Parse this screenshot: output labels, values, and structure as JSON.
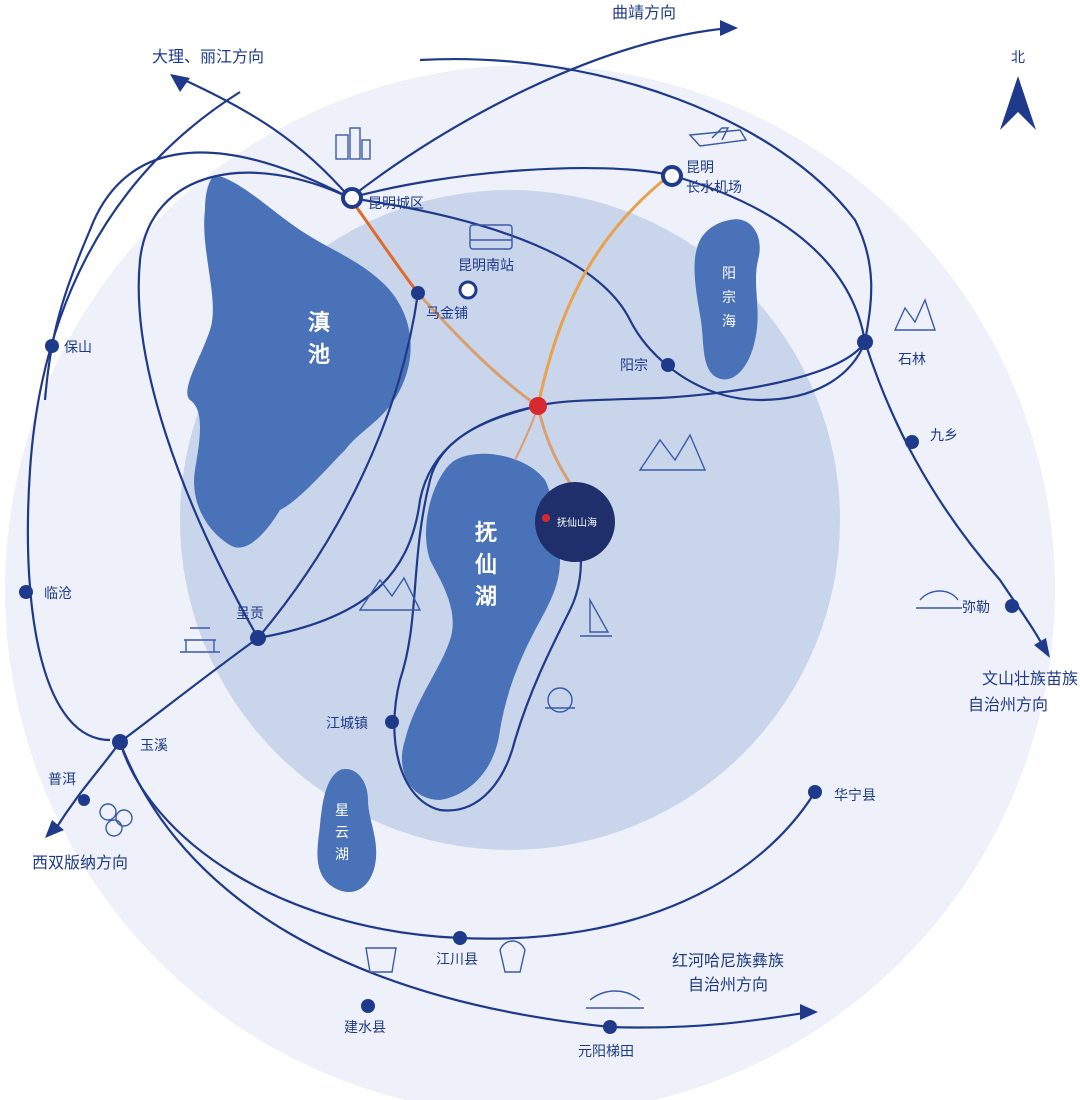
{
  "colors": {
    "route": "#1f3a8a",
    "lake": "#4a72b8",
    "outer_ring": "#eef1f9",
    "inner_ring": "#c9d5ea",
    "airport_line": "#e8a24a",
    "metro_line": "#e06a2a",
    "hub_red": "#d8282f"
  },
  "directions": {
    "dali_lijiang": "大理、丽江方向",
    "qujing": "曲靖方向",
    "wenshan_l1": "文山壮族苗族",
    "wenshan_l2": "自治州方向",
    "xishuangbanna": "西双版纳方向",
    "honghe_l1": "红河哈尼族彝族",
    "honghe_l2": "自治州方向"
  },
  "compass": {
    "label": "北",
    "icon": "north-arrow-icon"
  },
  "places": {
    "kunming_city": "昆明城区",
    "kunming_airport_l1": "昆明",
    "kunming_airport_l2": "长水机场",
    "kunming_south": "昆明南站",
    "majie": "马金铺",
    "yizong": "阳宗",
    "shilin": "石林",
    "jiuxiang": "九乡",
    "mile": "弥勒",
    "baoshan": "保山",
    "lincang": "临沧",
    "chenggong": "呈贡",
    "jiangcheng": "江城镇",
    "yuxi": "玉溪",
    "puer": "普洱",
    "huaning": "华宁县",
    "jiangchuan": "江川县",
    "jianshui": "建水县",
    "yuanyang": "元阳梯田"
  },
  "lakes": {
    "dianchi_1": "滇",
    "dianchi_2": "池",
    "fuxian_1": "抚",
    "fuxian_2": "仙",
    "fuxian_3": "湖",
    "yangzonghai_1": "阳",
    "yangzonghai_2": "宗",
    "yangzonghai_3": "海",
    "xingyunhu_1": "星",
    "xingyunhu_2": "云",
    "xingyunhu_3": "湖"
  },
  "project_badge": "抚仙山海",
  "icons": [
    "city-buildings-icon",
    "airplane-icon",
    "train-station-icon",
    "karst-forest-icon",
    "mountain-scenery-icon",
    "sailboat-icon",
    "resort-icon",
    "pagoda-icon",
    "cup-icon",
    "fruit-icon",
    "terrace-icon"
  ]
}
